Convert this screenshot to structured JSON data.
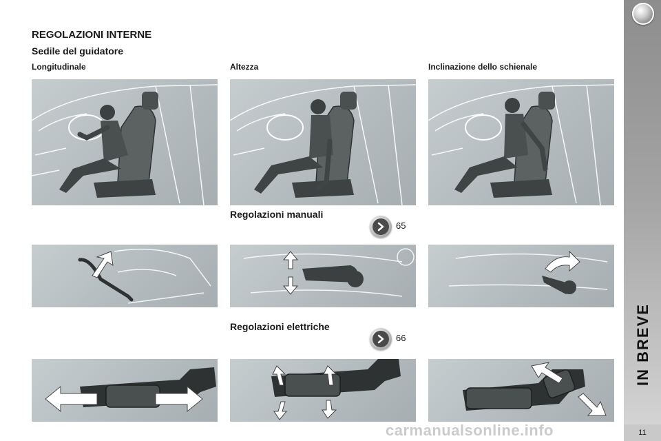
{
  "header": {
    "title": "REGOLAZIONI INTERNE",
    "subtitle": "Sedile del guidatore"
  },
  "columns": [
    {
      "label": "Longitudinale"
    },
    {
      "label": "Altezza"
    },
    {
      "label": "Inclinazione dello schienale"
    }
  ],
  "manual": {
    "heading": "Regolazioni manuali",
    "page_ref": "65"
  },
  "electric": {
    "heading": "Regolazioni elettriche",
    "page_ref": "66"
  },
  "sidebar": {
    "title": "IN BREVE"
  },
  "footer": {
    "page_number": "11"
  },
  "watermark": {
    "text": "carmanualsonline.info"
  },
  "colors": {
    "panel_bg": "#b8c0c3",
    "sidebar_bg": "#a4a4a4",
    "figure": "#4a4a4a"
  },
  "icons": {
    "page_reference": "chevron-right-icon",
    "sidebar_emblem": "circle-emblem-icon"
  }
}
